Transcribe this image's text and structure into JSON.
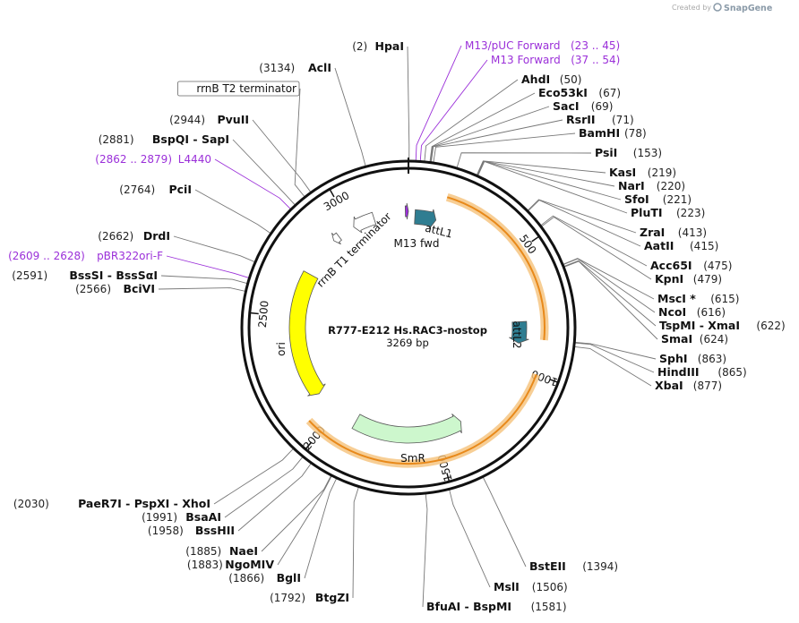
{
  "credit": {
    "text": "Created by",
    "brand": "SnapGene"
  },
  "plasmid": {
    "name": "R777-E212 Hs.RAC3-nostop",
    "size_label": "3269 bp",
    "length": 3269
  },
  "ticks": [
    {
      "pos": 500,
      "label": "500"
    },
    {
      "pos": 1000,
      "label": "1000"
    },
    {
      "pos": 1500,
      "label": "1500"
    },
    {
      "pos": 2000,
      "label": "2000"
    },
    {
      "pos": 2500,
      "label": "2500"
    },
    {
      "pos": 3000,
      "label": "3000"
    }
  ],
  "features": [
    {
      "name": "attL1",
      "start": 30,
      "end": 130,
      "color": "#2f7d91",
      "dir": 1
    },
    {
      "name": "attL2",
      "start": 790,
      "end": 890,
      "color": "#2f7d91",
      "dir": 1
    },
    {
      "name": "SmR",
      "start": 1370,
      "end": 1900,
      "color": "#cdf7cd",
      "dir": -1
    },
    {
      "name": "ori",
      "start": 2120,
      "end": 2710,
      "color": "#ffff00",
      "dir": -1
    },
    {
      "name": "M13 fwd",
      "start": 3255,
      "end": 3269,
      "color": "#9b30d9",
      "dir": 1
    },
    {
      "name": "rrnB T1 terminator",
      "start": 3010,
      "end": 3110,
      "color": "#ffffff",
      "dir": -1
    },
    {
      "name": "rrnB T2 terminator",
      "start": 2900,
      "end": 2930,
      "color": "#ffffff",
      "dir": -1
    }
  ],
  "orange_arcs": [
    {
      "start": 150,
      "end": 865
    },
    {
      "start": 1000,
      "end": 2060
    }
  ],
  "labels_right": [
    {
      "pos": 23,
      "num": "(23 .. 45)",
      "name": "M13/pUC Forward",
      "kind": "primer"
    },
    {
      "pos": 37,
      "num": "(37 .. 54)",
      "name": "M13 Forward",
      "kind": "primer"
    },
    {
      "pos": 50,
      "num": "(50)",
      "name": "AhdI",
      "kind": "enzyme"
    },
    {
      "pos": 67,
      "num": "(67)",
      "name": "Eco53kI",
      "kind": "enzyme"
    },
    {
      "pos": 69,
      "num": "(69)",
      "name": "SacI",
      "kind": "enzyme"
    },
    {
      "pos": 71,
      "num": "(71)",
      "name": "RsrII",
      "kind": "enzyme"
    },
    {
      "pos": 78,
      "num": "(78)",
      "name": "BamHI",
      "kind": "enzyme"
    },
    {
      "pos": 153,
      "num": "(153)",
      "name": "PsiI",
      "kind": "enzyme"
    },
    {
      "pos": 219,
      "num": "(219)",
      "name": "KasI",
      "kind": "enzyme"
    },
    {
      "pos": 220,
      "num": "(220)",
      "name": "NarI",
      "kind": "enzyme"
    },
    {
      "pos": 221,
      "num": "(221)",
      "name": "SfoI",
      "kind": "enzyme"
    },
    {
      "pos": 223,
      "num": "(223)",
      "name": "PluTI",
      "kind": "enzyme"
    },
    {
      "pos": 413,
      "num": "(413)",
      "name": "ZraI",
      "kind": "enzyme"
    },
    {
      "pos": 415,
      "num": "(415)",
      "name": "AatII",
      "kind": "enzyme"
    },
    {
      "pos": 475,
      "num": "(475)",
      "name": "Acc65I",
      "kind": "enzyme"
    },
    {
      "pos": 479,
      "num": "(479)",
      "name": "KpnI",
      "kind": "enzyme"
    },
    {
      "pos": 615,
      "num": "(615)",
      "name": "MscI *",
      "kind": "enzyme"
    },
    {
      "pos": 616,
      "num": "(616)",
      "name": "NcoI",
      "kind": "enzyme"
    },
    {
      "pos": 622,
      "num": "(622)",
      "name": "TspMI - XmaI",
      "kind": "enzyme"
    },
    {
      "pos": 624,
      "num": "(624)",
      "name": "SmaI",
      "kind": "enzyme"
    },
    {
      "pos": 863,
      "num": "(863)",
      "name": "SphI",
      "kind": "enzyme"
    },
    {
      "pos": 865,
      "num": "(865)",
      "name": "HindIII",
      "kind": "enzyme"
    },
    {
      "pos": 877,
      "num": "(877)",
      "name": "XbaI",
      "kind": "enzyme"
    },
    {
      "pos": 1394,
      "num": "(1394)",
      "name": "BstEII",
      "kind": "enzyme"
    },
    {
      "pos": 1506,
      "num": "(1506)",
      "name": "MslI",
      "kind": "enzyme"
    },
    {
      "pos": 1581,
      "num": "(1581)",
      "name": "BfuAI - BspMI",
      "kind": "enzyme"
    }
  ],
  "labels_left": [
    {
      "pos": 1792,
      "num": "(1792)",
      "name": "BtgZI",
      "kind": "enzyme"
    },
    {
      "pos": 1866,
      "num": "(1866)",
      "name": "BglI",
      "kind": "enzyme"
    },
    {
      "pos": 1883,
      "num": "(1883)",
      "name": "NgoMIV",
      "kind": "enzyme"
    },
    {
      "pos": 1885,
      "num": "(1885)",
      "name": "NaeI",
      "kind": "enzyme"
    },
    {
      "pos": 1958,
      "num": "(1958)",
      "name": "BssHII",
      "kind": "enzyme"
    },
    {
      "pos": 1991,
      "num": "(1991)",
      "name": "BsaAI",
      "kind": "enzyme"
    },
    {
      "pos": 2030,
      "num": "(2030)",
      "name": "PaeR7I - PspXI - XhoI",
      "kind": "enzyme"
    },
    {
      "pos": 2566,
      "num": "(2566)",
      "name": "BciVI",
      "kind": "enzyme"
    },
    {
      "pos": 2591,
      "num": "(2591)",
      "name": "BssSI - BssSαI",
      "kind": "enzyme"
    },
    {
      "pos": 2609,
      "num": "(2609 .. 2628)",
      "name": "pBR322ori-F",
      "kind": "primer"
    },
    {
      "pos": 2662,
      "num": "(2662)",
      "name": "DrdI",
      "kind": "enzyme"
    },
    {
      "pos": 2764,
      "num": "(2764)",
      "name": "PciI",
      "kind": "enzyme"
    },
    {
      "pos": 2862,
      "num": "(2862 .. 2879)",
      "name": "L4440",
      "kind": "primer"
    },
    {
      "pos": 2881,
      "num": "(2881)",
      "name": "BspQI - SapI",
      "kind": "enzyme"
    },
    {
      "pos": 2944,
      "num": "(2944)",
      "name": "PvuII",
      "kind": "enzyme"
    },
    {
      "pos": 2920,
      "num": "",
      "name": "rrnB T2 terminator",
      "kind": "boxed"
    },
    {
      "pos": 3134,
      "num": "(3134)",
      "name": "AclI",
      "kind": "enzyme"
    },
    {
      "pos": 2,
      "num": "(2)",
      "name": "HpaI",
      "kind": "enzyme"
    }
  ]
}
